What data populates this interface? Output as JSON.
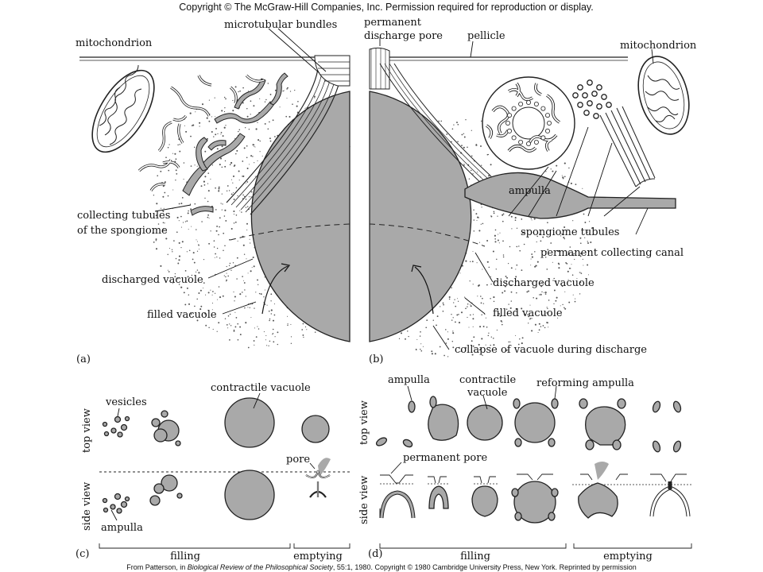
{
  "header": {
    "copyright": "Copyright © The McGraw-Hill Companies, Inc. Permission required for reproduction or display."
  },
  "footer": {
    "credit_prefix": "From Patterson, in ",
    "credit_journal": "Biological Review of the Philosophical Society",
    "credit_suffix": ", 55:1, 1980. Copyright © 1980 Cambridge University Press, New York. Reprinted by permission"
  },
  "panel_a": {
    "tag": "(a)",
    "mitochondrion": "mitochondrion",
    "microtubular_bundles": "microtubular bundles",
    "collecting_tubules_1": "collecting tubules",
    "collecting_tubules_2": "of the spongiome",
    "discharged_vacuole": "discharged vacuole",
    "filled_vacuole": "filled vacuole"
  },
  "panel_b": {
    "tag": "(b)",
    "permanent_pore_1": "permanent",
    "permanent_pore_2": "discharge pore",
    "pellicle": "pellicle",
    "mitochondrion": "mitochondrion",
    "ampulla": "ampulla",
    "spongiome_tubules": "spongiome tubules",
    "collecting_canal": "permanent collecting canal",
    "discharged_vacuole": "discharged vacuole",
    "filled_vacuole": "filled vacuole",
    "collapse": "collapse of vacuole during discharge"
  },
  "panel_c": {
    "tag": "(c)",
    "top_view": "top view",
    "side_view": "side view",
    "vesicles": "vesicles",
    "contractile_vacuole": "contractile vacuole",
    "pore": "pore",
    "ampulla": "ampulla",
    "filling": "filling",
    "emptying": "emptying"
  },
  "panel_d": {
    "tag": "(d)",
    "top_view": "top view",
    "side_view": "side view",
    "ampulla": "ampulla",
    "contractile_1": "contractile",
    "contractile_2": "vacuole",
    "reforming_ampulla": "reforming ampulla",
    "permanent_pore": "permanent pore",
    "filling": "filling",
    "emptying": "emptying"
  },
  "colors": {
    "fill_gray": "#a9a9a9",
    "outline": "#222222",
    "stipple": "#555555"
  }
}
